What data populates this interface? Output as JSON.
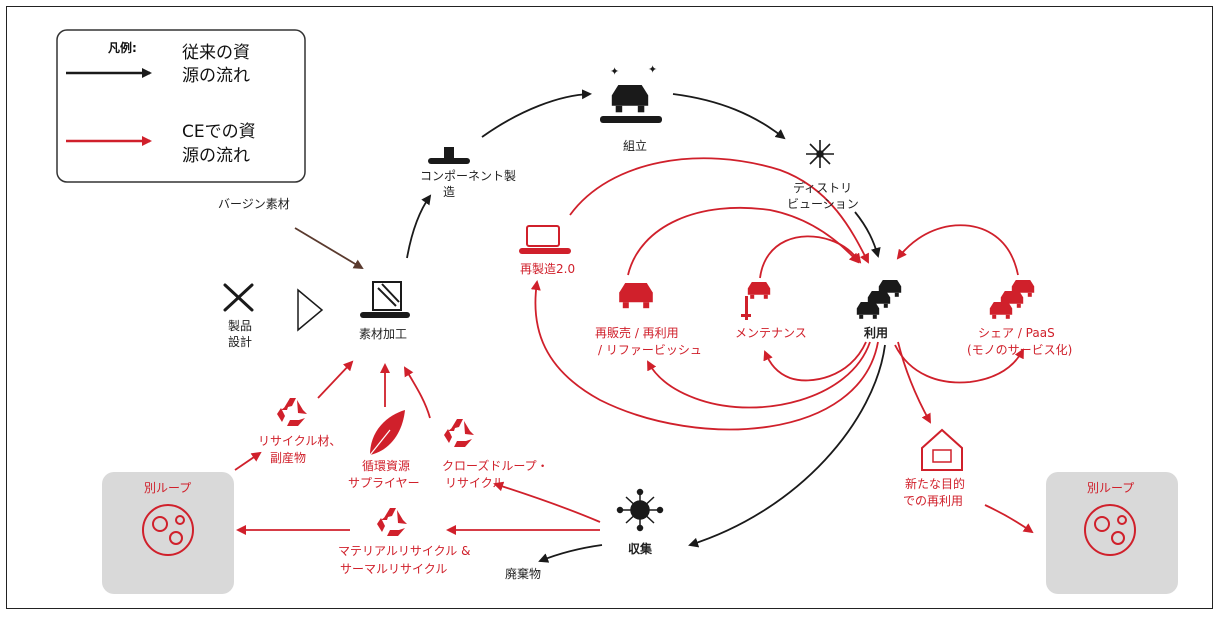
{
  "colors": {
    "black": "#1a1a1a",
    "red": "#d0202b",
    "brown": "#5a3a2e",
    "loopBox": "#d9d9d9"
  },
  "legend": {
    "title": "凡例:",
    "traditional_line1": "従来の資",
    "traditional_line2": "源の流れ",
    "ce_line1": "CEでの資",
    "ce_line2": "源の流れ"
  },
  "nodes": {
    "assembly": "組立",
    "component_l1": "コンポーネント製",
    "component_l2": "造",
    "distribution_l1": "ディストリ",
    "distribution_l2": "ビューション",
    "virgin": "バージン素材",
    "design_l1": "製品",
    "design_l2": "設計",
    "material": "素材加工",
    "reman": "再製造2.0",
    "resale_l1": "再販売 / 再利用",
    "resale_l2": "/ リファービッシュ",
    "maintenance": "メンテナンス",
    "use": "利用",
    "share_l1": "シェア / PaaS",
    "share_l2": "(モノのサービス化)",
    "recycled_l1": "リサイクル材、",
    "recycled_l2": "副産物",
    "circular_l1": "循環資源",
    "circular_l2": "サプライヤー",
    "closed_l1": "クローズドループ・",
    "closed_l2": "リサイクル",
    "repurpose_l1": "新たな目的",
    "repurpose_l2": "での再利用",
    "collect": "収集",
    "waste": "廃棄物",
    "material_recycle_l1": "マテリアルリサイクル &",
    "material_recycle_l2": "サーマルリサイクル",
    "other_loop_left": "別ループ",
    "other_loop_right": "別ループ"
  }
}
